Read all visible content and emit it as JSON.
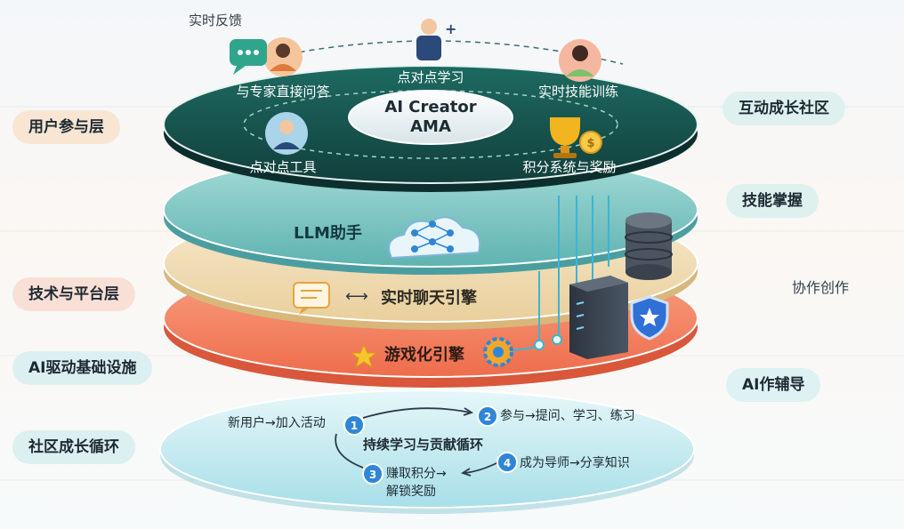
{
  "top_label": "实时反馈",
  "left_labels": [
    "用户参与层",
    "技术与平台层",
    "AI驱动基础设施",
    "社区成长循环"
  ],
  "right_labels": [
    "互动成长社区",
    "技能掌握",
    "协作创作",
    "AI作辅导"
  ],
  "top_layer": {
    "center_title": [
      "AI Creator",
      "AMA"
    ],
    "items": [
      "点对点学习",
      "与专家直接问答",
      "实时技能训练",
      "点对点工具",
      "积分系统与奖励"
    ]
  },
  "middle_layers": {
    "llm": "LLM助手",
    "chat": "实时聊天引擎",
    "game": "游戏化引擎"
  },
  "cycle": {
    "center": "持续学习与贡献循环",
    "start": "新用户→加入活动",
    "steps": [
      {
        "num": "1",
        "text": ""
      },
      {
        "num": "2",
        "text": "参与→提问、学习、练习"
      },
      {
        "num": "3",
        "text": "赚取积分→\n解锁奖励"
      },
      {
        "num": "4",
        "text": "成为导师→分享知识"
      }
    ]
  },
  "icons": {
    "chat_bubble": "chat-bubble-icon",
    "avatar": "person-avatar-icon",
    "trophy": "trophy-icon",
    "coin": "coin-icon",
    "brain": "neural-cloud-icon",
    "server": "server-icon",
    "database": "database-icon",
    "shield": "shield-icon",
    "gear": "gear-icon",
    "star": "star-icon",
    "message": "message-icon"
  },
  "colors": {
    "top_layer": "#17524c",
    "teal_layer": "#8fd2cf",
    "cream_layer": "#f3e1bd",
    "coral_layer": "#f58a66",
    "cycle_layer": "#bfe8ef",
    "accent_blue": "#2f86d6"
  }
}
